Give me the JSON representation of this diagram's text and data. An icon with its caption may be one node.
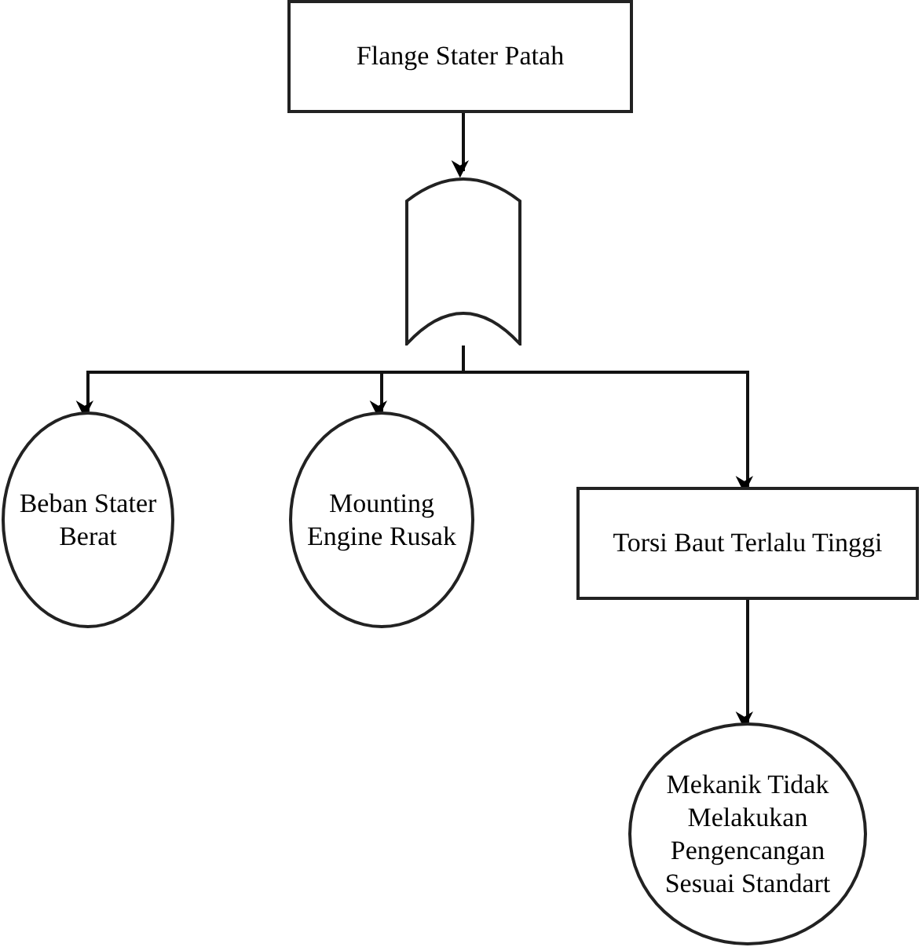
{
  "diagram": {
    "nodes": [
      {
        "text": [
          "Flange Stater Patah"
        ]
      },
      {
        "text": [],
        "shape": "gate"
      },
      {
        "text": [
          "Beban Stater Berat"
        ]
      },
      {
        "text": [
          "Mounting Engine Rusak"
        ]
      },
      {
        "text": [
          "Torsi Baut Terlalu Tinggi"
        ]
      },
      {
        "text": [
          "Mekanik Tidak Melakukan Pengencangan Sesuai Standart"
        ]
      }
    ],
    "edges": [
      {
        "from": 0,
        "to": 1,
        "arrow": "to"
      },
      {
        "from": 1,
        "to": 2,
        "arrow": "to"
      },
      {
        "from": 1,
        "to": 3,
        "arrow": "to"
      },
      {
        "from": 1,
        "to": 4,
        "arrow": "to"
      },
      {
        "from": 4,
        "to": 5,
        "arrow": "to"
      }
    ]
  }
}
